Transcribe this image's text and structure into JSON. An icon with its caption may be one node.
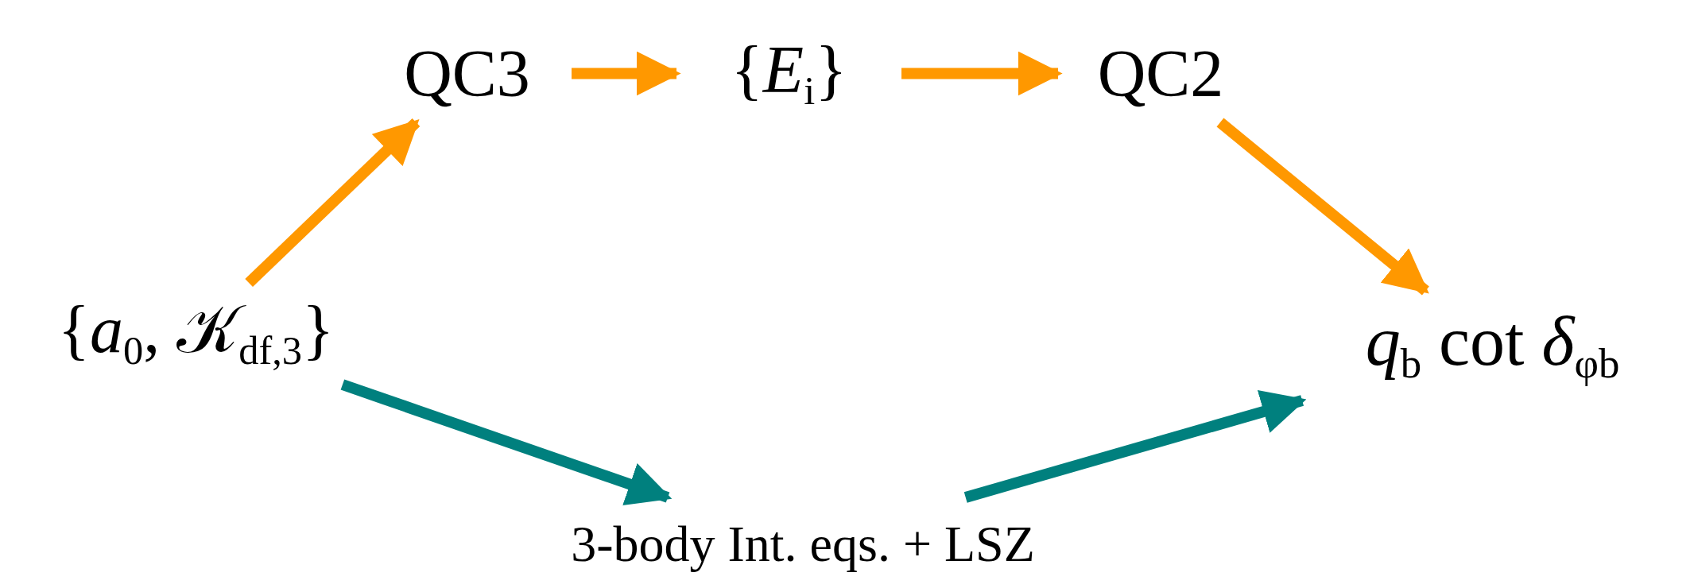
{
  "diagram": {
    "nodes": [
      {
        "text": [
          "{*a*$_{0}$, 𝒦$_{df,3}$}"
        ]
      },
      {
        "text": [
          "QC3"
        ]
      },
      {
        "text": [
          "{*E*$_{i}$}"
        ]
      },
      {
        "text": [
          "QC2"
        ]
      },
      {
        "text": [
          "*q*$_{b}$ cot *δ*$_{φb}$"
        ]
      },
      {
        "text": [
          "3-body Int. eqs. + LSZ"
        ]
      }
    ],
    "edges": [
      {
        "from": 0,
        "to": 1,
        "arrow": "to"
      },
      {
        "from": 1,
        "to": 2,
        "arrow": "to"
      },
      {
        "from": 2,
        "to": 3,
        "arrow": "to"
      },
      {
        "from": 3,
        "to": 4,
        "arrow": "to"
      },
      {
        "from": 0,
        "to": 5,
        "arrow": "to",
        "color": "#00807e"
      },
      {
        "from": 5,
        "to": 4,
        "arrow": "to",
        "color": "#00807e"
      }
    ]
  }
}
